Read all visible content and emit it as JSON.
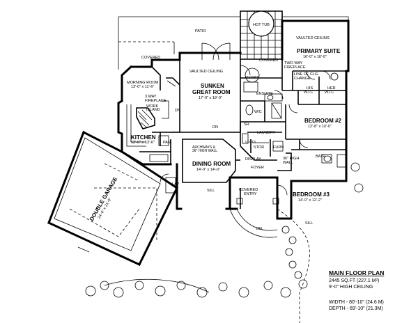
{
  "rooms": {
    "patio": "PATIO",
    "hot_tub": "HOT TUB",
    "covered_left": "COVERED",
    "covered_right": "COVERED",
    "vaulted_ceiling_primary": "VAULTED CEILING",
    "primary_suite": "PRIMARY SUITE",
    "primary_suite_dim": "16'-0\" x 16'-0\"",
    "two_way_fireplace": [
      "TWO WAY",
      "FIREPLACE"
    ],
    "line_of_clg_change": [
      "LINE OF CLG",
      "CHANGE"
    ],
    "his_wic": [
      "HIS",
      "W.I.C"
    ],
    "her_wic": [
      "HER",
      "W.I.C"
    ],
    "vaulted_ceiling_great": "VAULTED CEILING",
    "sunken_great_room": [
      "SUNKEN",
      "GREAT ROOM"
    ],
    "great_room_dim": "17'-0\" x 19'-0\"",
    "shower": "SHOWER",
    "ensuite": "ENSUITE",
    "wc": "W/C",
    "morning_room": "MORNING ROOM",
    "morning_room_dim": "13'-0\" x 11'-6\"",
    "three_way_fireplace": [
      "3 WAY",
      "FIREPLACE"
    ],
    "work_island": [
      "WORK",
      "ISLAND"
    ],
    "dn_morning": "DN",
    "dn_great": "DN",
    "bedroom2": "BEDROOM #2",
    "bedroom2_dim": "12'-8\" x 10'-0\"",
    "sh": "SH",
    "laundry": "LAUNDRY",
    "coats": "COATS",
    "stor": "STOR",
    "furn": "FURN",
    "kitchen": "KITCHEN",
    "kitchen_dim": "12'-0\" x 13'-6\"",
    "pan": "PAN",
    "archways": [
      "ARCHWAYS &",
      "36\" HIGH WALL"
    ],
    "dining_room": "DINING ROOM",
    "dining_room_dim": "14'-0\" x 14'-0\"",
    "foyer": "FOYER",
    "display": "DISPLAY",
    "high_wall": [
      "36\" HIGH",
      "WALL"
    ],
    "bath": "BATH",
    "lav": "LAV",
    "sill_dining": "SILL",
    "sill_bed3": "SILL",
    "covered_entry": [
      "COVERED",
      "ENTRY"
    ],
    "bedroom3": "BEDROOM #3",
    "bedroom3_dim": "14'-0\" x 12'-2\"",
    "dn_entry": "DN",
    "double_garage": "DOUBLE GARAGE",
    "garage_dim": "24'-6\" x 21'-0\""
  },
  "info": {
    "title": "MAIN FLOOR PLAN",
    "area": "2445 SQ.FT (227.1 M²)",
    "ceiling": "9'-0\" HIGH CEILING",
    "width": "WIDTH - 80'-10\" (24.6 M)",
    "depth": "DEPTH - 69'-10\" (21.3M)"
  }
}
